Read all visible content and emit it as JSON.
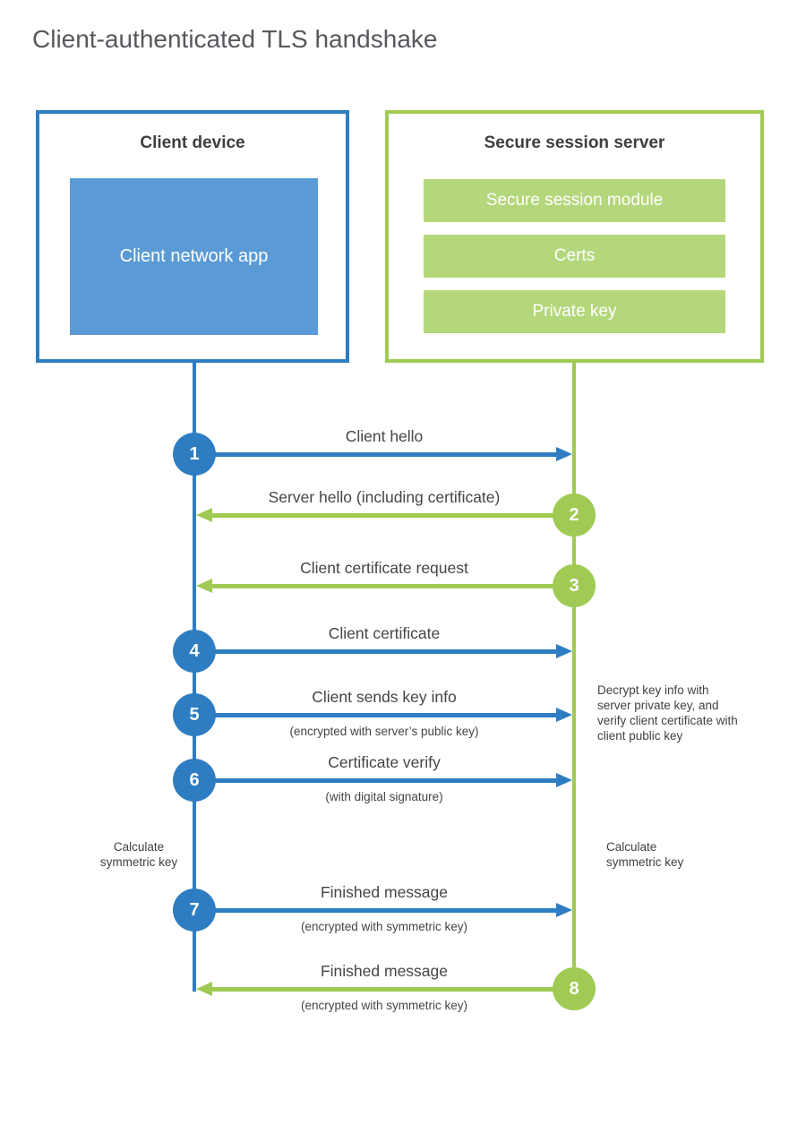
{
  "title": "Client-authenticated TLS handshake",
  "colors": {
    "blue": "#2E7DC2",
    "blue_light": "#5B9BD5",
    "green": "#A0CA53",
    "green_light": "#B5D77C"
  },
  "client_box": {
    "title": "Client device",
    "app_label": "Client network app"
  },
  "server_box": {
    "title": "Secure session server",
    "modules": [
      "Secure session module",
      "Certs",
      "Private key"
    ]
  },
  "steps": [
    {
      "num": 1,
      "from": "client",
      "direction": "right",
      "label": "Client hello",
      "sub": ""
    },
    {
      "num": 2,
      "from": "server",
      "direction": "left",
      "label": "Server hello (including certificate)",
      "sub": ""
    },
    {
      "num": 3,
      "from": "server",
      "direction": "left",
      "label": "Client certificate request",
      "sub": ""
    },
    {
      "num": 4,
      "from": "client",
      "direction": "right",
      "label": "Client certificate",
      "sub": ""
    },
    {
      "num": 5,
      "from": "client",
      "direction": "right",
      "label": "Client sends key info",
      "sub": "(encrypted with server’s public key)"
    },
    {
      "num": 6,
      "from": "client",
      "direction": "right",
      "label": "Certificate verify",
      "sub": "(with digital signature)"
    },
    {
      "num": 7,
      "from": "client",
      "direction": "right",
      "label": "Finished message",
      "sub": "(encrypted with symmetric key)"
    },
    {
      "num": 8,
      "from": "server",
      "direction": "left",
      "label": "Finished message",
      "sub": "(encrypted with symmetric key)"
    }
  ],
  "annotations": {
    "decrypt_note": "Decrypt key info with server private key, and verify client certificate with client public key",
    "calc_left": "Calculate symmetric key",
    "calc_right": "Calculate symmetric key"
  }
}
